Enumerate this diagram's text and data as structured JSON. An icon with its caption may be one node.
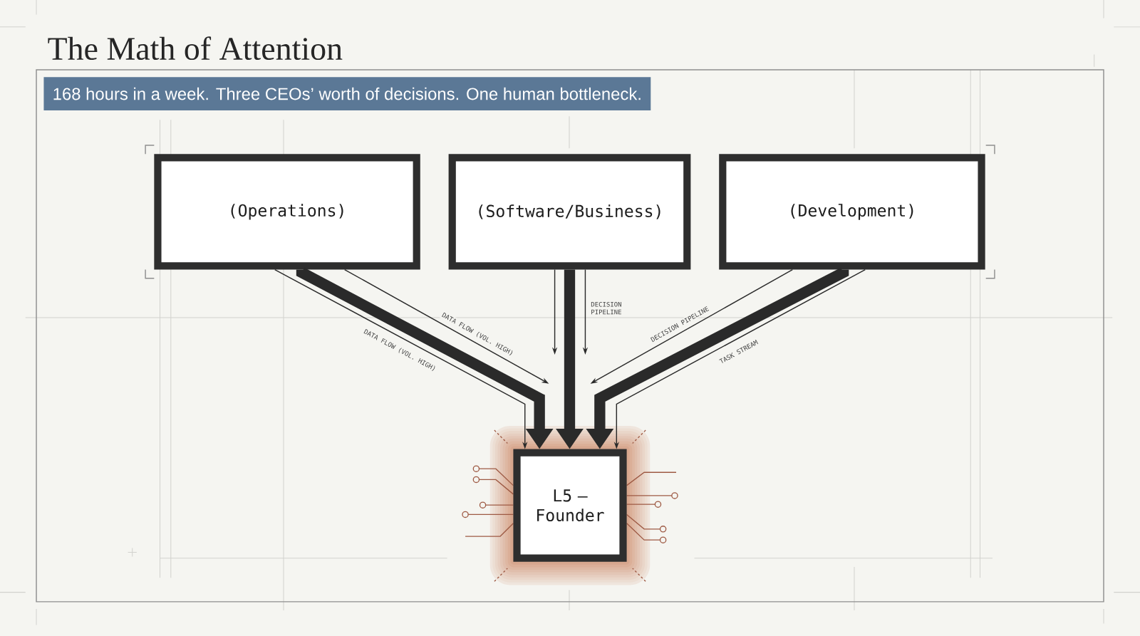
{
  "diagram": {
    "title": "The Math of Attention",
    "nodes": [
      {
        "text": [
          "168 hours in a week. Three CEOs’ worth of decisions. One human bottleneck."
        ]
      },
      {
        "text": [
          "(Operations)"
        ]
      },
      {
        "text": [
          "(Software/Business)"
        ]
      },
      {
        "text": [
          "(Development)"
        ]
      },
      {
        "text": [
          "L5 – Founder"
        ]
      }
    ],
    "edges": [
      {
        "from": 1,
        "to": 4,
        "arrow": "to",
        "style": "thick"
      },
      {
        "from": 2,
        "to": 4,
        "arrow": "to",
        "style": "thick"
      },
      {
        "from": 3,
        "to": 4,
        "arrow": "to",
        "style": "thick"
      },
      {
        "from": 1,
        "to": 4,
        "arrow": "to",
        "label": "DATA FLOW (VOL. HIGH)"
      },
      {
        "from": 1,
        "to": null,
        "arrow": "to",
        "label": "DATA FLOW (VOL. HIGH)"
      },
      {
        "from": 2,
        "to": null,
        "arrow": "to"
      },
      {
        "from": 2,
        "to": null,
        "arrow": "to",
        "label": "DECISION PIPELINE"
      },
      {
        "from": 3,
        "to": null,
        "arrow": "to",
        "label": "DECISION PIPELINE"
      },
      {
        "from": 3,
        "to": 4,
        "arrow": "to",
        "label": "TASK STREAM"
      }
    ]
  }
}
